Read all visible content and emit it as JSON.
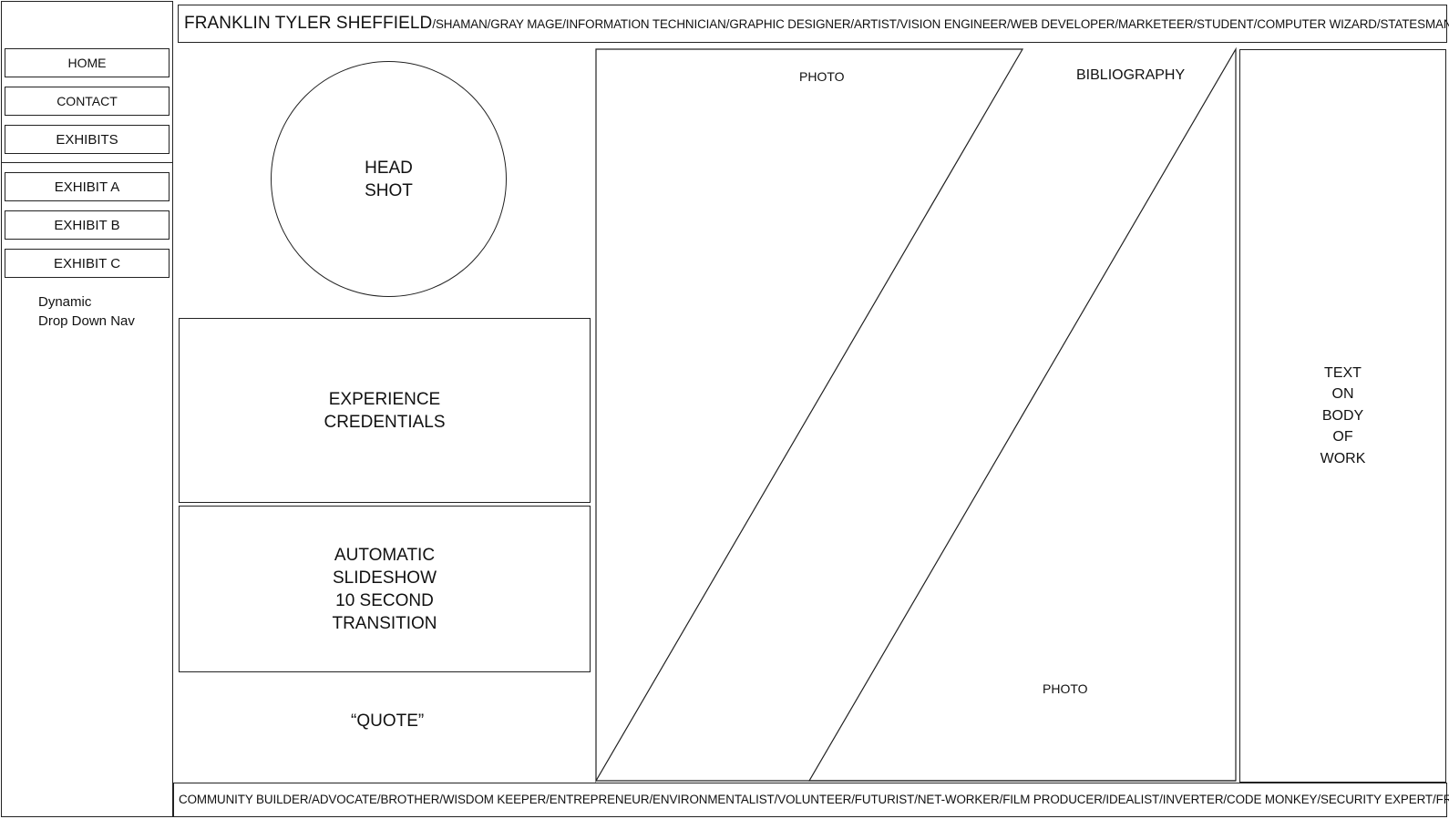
{
  "header": {
    "name": "FRANKLIN TYLER SHEFFIELD",
    "roles": "/SHAMAN/GRAY MAGE/INFORMATION TECHNICIAN/GRAPHIC DESIGNER/ARTIST/VISION ENGINEER/WEB DEVELOPER/MARKETEER/STUDENT/COMPUTER WIZARD/STATESMAN/VETERAN"
  },
  "sidebar": {
    "main_items": [
      {
        "label": "HOME"
      },
      {
        "label": "CONTACT"
      },
      {
        "label": "EXHIBITS"
      }
    ],
    "exhibit_items": [
      {
        "label": "EXHIBIT A"
      },
      {
        "label": "EXHIBIT B"
      },
      {
        "label": "EXHIBIT C"
      }
    ],
    "dropdown_note": "Dynamic\nDrop Down Nav"
  },
  "left_column": {
    "headshot": "HEAD\nSHOT",
    "experience": "EXPERIENCE\nCREDENTIALS",
    "slideshow": "AUTOMATIC\nSLIDESHOW\n10 SECOND\nTRANSITION",
    "quote": "“QUOTE”"
  },
  "center": {
    "photo_top": "PHOTO",
    "bibliography": "BIBLIOGRAPHY",
    "photo_bottom": "PHOTO"
  },
  "right_column": {
    "text": "TEXT\nON\nBODY\nOF\nWORK"
  },
  "footer": {
    "text": "COMMUNITY BUILDER/ADVOCATE/BROTHER/WISDOM KEEPER/ENTREPRENEUR/ENVIRONMENTALIST/VOLUNTEER/FUTURIST/NET-WORKER/FILM PRODUCER/IDEALIST/INVERTER/CODE MONKEY/SECURITY EXPERT/FRIEND"
  }
}
